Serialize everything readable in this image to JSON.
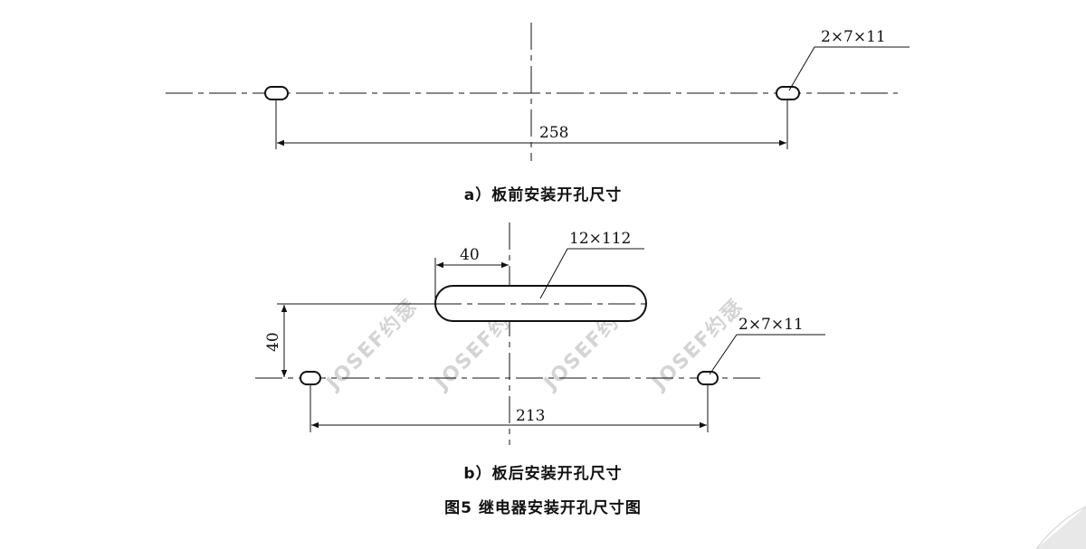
{
  "figure_a": {
    "caption": "a）板前安装开孔尺寸",
    "slot_label": "2×7×11",
    "span": "258"
  },
  "figure_b": {
    "caption": "b）板后安装开孔尺寸",
    "long_slot_label": "12×112",
    "top_offset": "40",
    "vertical_offset": "40",
    "slot_label": "2×7×11",
    "span": "213"
  },
  "figure_title": "图5  继电器安装开孔尺寸图",
  "watermark": "JOSEF约瑟",
  "colors": {
    "line": "#111111",
    "watermark": "#d4d4d4",
    "corner": "#e8e8e8"
  }
}
